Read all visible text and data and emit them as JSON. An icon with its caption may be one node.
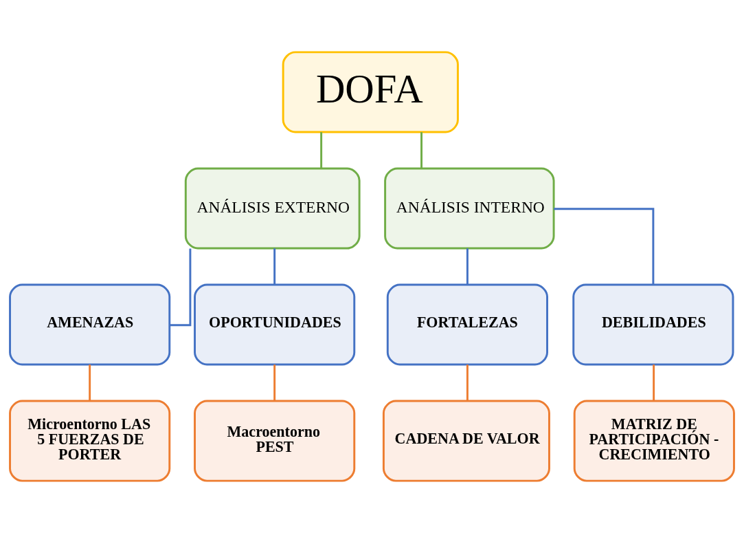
{
  "diagram": {
    "nodes": [
      {
        "text": [
          "DOFA"
        ]
      },
      {
        "text": [
          "ANÁLISIS EXTERNO"
        ]
      },
      {
        "text": [
          "ANÁLISIS INTERNO"
        ]
      },
      {
        "text": [
          "AMENAZAS"
        ]
      },
      {
        "text": [
          "OPORTUNIDADES"
        ]
      },
      {
        "text": [
          "FORTALEZAS"
        ]
      },
      {
        "text": [
          "DEBILIDADES"
        ]
      },
      {
        "text": [
          "Microentorno LAS 5 FUERZAS DE PORTER"
        ]
      },
      {
        "text": [
          "Macroentorno PEST"
        ]
      },
      {
        "text": [
          "CADENA DE VALOR"
        ]
      },
      {
        "text": [
          "MATRIZ DE PARTICIPACIÓN - CRECIMIENTO"
        ]
      }
    ],
    "edges": [
      {
        "from": 0,
        "to": 1,
        "arrow": "none",
        "color": "#70ad47"
      },
      {
        "from": 0,
        "to": 2,
        "arrow": "none",
        "color": "#70ad47"
      },
      {
        "from": 1,
        "to": 3,
        "arrow": "none",
        "color": "#4472c4"
      },
      {
        "from": 1,
        "to": 4,
        "arrow": "none",
        "color": "#4472c4"
      },
      {
        "from": 2,
        "to": 5,
        "arrow": "none",
        "color": "#4472c4"
      },
      {
        "from": 2,
        "to": 6,
        "arrow": "none",
        "color": "#4472c4"
      },
      {
        "from": 3,
        "to": 7,
        "arrow": "none",
        "color": "#ed7d31"
      },
      {
        "from": 4,
        "to": 8,
        "arrow": "none",
        "color": "#ed7d31"
      },
      {
        "from": 5,
        "to": 9,
        "arrow": "none",
        "color": "#ed7d31"
      },
      {
        "from": 6,
        "to": 10,
        "arrow": "none",
        "color": "#ed7d31"
      }
    ]
  }
}
